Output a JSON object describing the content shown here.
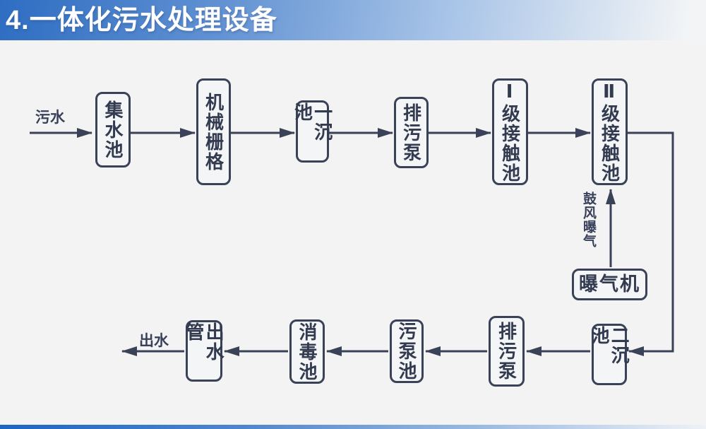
{
  "header": {
    "title": "4.一体化污水处理设备"
  },
  "diagram": {
    "nodes": [
      {
        "id": "collecting-tank",
        "label": "集水池"
      },
      {
        "id": "mechanical-grid",
        "label": "机械栅格"
      },
      {
        "id": "primary-sedimentation",
        "label": "一沉池"
      },
      {
        "id": "sewage-pump-top",
        "label": "排污泵"
      },
      {
        "id": "stage1-contact-tank",
        "label": "Ⅰ级接触池"
      },
      {
        "id": "stage2-contact-tank",
        "label": "Ⅱ级接触池"
      },
      {
        "id": "aerator",
        "label": "曝气机"
      },
      {
        "id": "secondary-sedimentation",
        "label": "二沉池"
      },
      {
        "id": "sewage-pump-bottom",
        "label": "排污泵"
      },
      {
        "id": "sludge-pump-tank",
        "label": "污泵池"
      },
      {
        "id": "disinfection-tank",
        "label": "消毒池"
      },
      {
        "id": "outlet-pipe",
        "label": "出水管"
      }
    ],
    "labels": {
      "inflow": "污水",
      "outflow": "出水",
      "aeration": "鼓风曝气"
    },
    "colors": {
      "line": "#3a4257",
      "header_blue": "#2e6dc2",
      "footer_blue": "#1d66c0",
      "background": "#f3f3f4"
    }
  }
}
